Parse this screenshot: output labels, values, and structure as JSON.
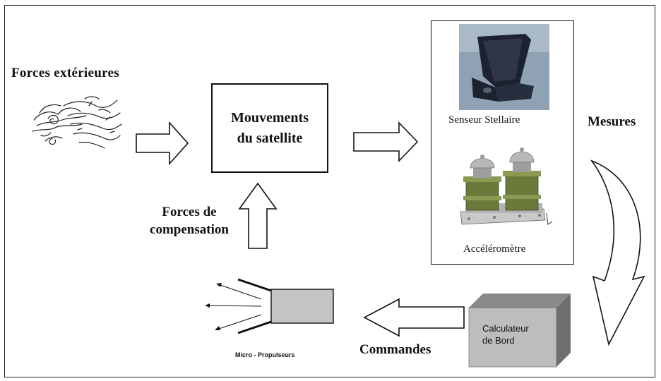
{
  "labels": {
    "forces_exterieures": "Forces  extérieures",
    "mouvements": "Mouvements\ndu satellite",
    "senseur": "Senseur Stellaire",
    "accelerometre": "Accéléromètre",
    "mesures": "Mesures",
    "forces_compensation": "Forces de\ncompensation",
    "calculateur": "Calculateur\nde Bord",
    "commandes": "Commandes",
    "micro_propulseurs": "Micro - Propulseurs"
  },
  "colors": {
    "line": "#111111",
    "thruster_fill": "#c4c4c4",
    "cube_front": "#bdbdbd",
    "cube_top": "#8a8a8a",
    "cube_side": "#6f6f6f",
    "accel_body": "#6a7a3a",
    "sensor_dark": "#1c2230",
    "sensor_bg": "#8fa2b4"
  }
}
